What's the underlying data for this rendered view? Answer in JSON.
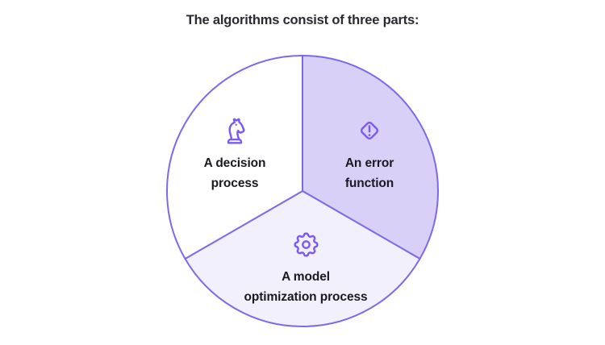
{
  "title": "The algorithms consist of three parts:",
  "colors": {
    "accent": "#7b59f2",
    "circle_stroke": "#7c6aeb",
    "label_text": "#19191f",
    "title_text": "#2a2a33",
    "background": "#ffffff"
  },
  "segments": [
    {
      "id": "decision",
      "icon": "knight-icon",
      "line1": "A decision",
      "line2": "process",
      "fill": "#ffffff"
    },
    {
      "id": "error",
      "icon": "alert-diamond-icon",
      "line1": "An error",
      "line2": "function",
      "fill": "#d8d0f7"
    },
    {
      "id": "optimization",
      "icon": "gear-icon",
      "line1": "A model",
      "line2": "optimization process",
      "fill": "#f2f0fc"
    }
  ]
}
